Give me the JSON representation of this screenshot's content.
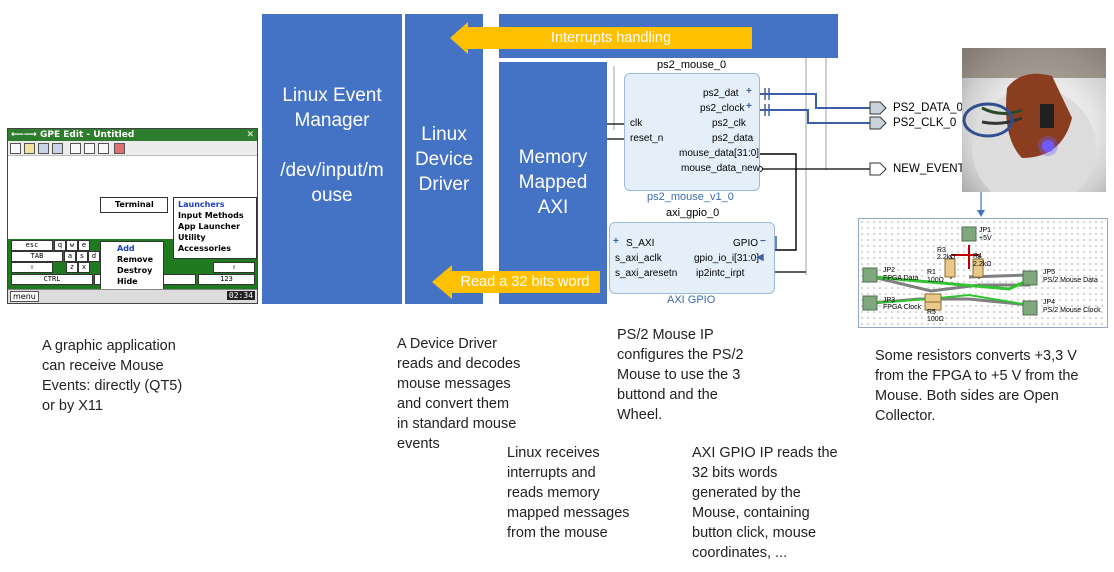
{
  "blocks": {
    "event_manager": {
      "line1": "Linux Event",
      "line2": "Manager",
      "line3": "/dev/input/m",
      "line4": "ouse"
    },
    "device_driver": {
      "line1": "Linux",
      "line2": "Device",
      "line3": "Driver"
    },
    "mmaxi": {
      "line1": "Memory",
      "line2": "Mapped",
      "line3": "AXI"
    }
  },
  "arrows": {
    "interrupts": "Interrupts handling",
    "read_word": "Read a 32 bits word"
  },
  "ps2_ip": {
    "instance": "ps2_mouse_0",
    "module": "ps2_mouse_v1_0",
    "in_ports": [
      "clk",
      "reset_n"
    ],
    "out_ports": [
      "ps2_dat",
      "ps2_clock",
      "ps2_clk",
      "ps2_data",
      "mouse_data[31:0]",
      "mouse_data_new"
    ]
  },
  "gpio_ip": {
    "instance": "axi_gpio_0",
    "module": "AXI GPIO",
    "in_ports": [
      "S_AXI",
      "s_axi_aclk",
      "s_axi_aresetn"
    ],
    "out_ports": [
      "GPIO",
      "gpio_io_i[31:0]",
      "ip2intc_irpt"
    ]
  },
  "ext_ports": [
    "PS2_DATA_0",
    "PS2_CLK_0",
    "NEW_EVENT"
  ],
  "schematic": {
    "jp1": "JP1",
    "jp1_sub": "+5V",
    "jp2": "JP2",
    "jp2_sub": "FPGA Data",
    "jp3": "JP3",
    "jp3_sub": "FPGA Clock",
    "jp4": "JP4",
    "jp4_sub": "PS/2 Mouse Clock",
    "jp5": "JP5",
    "jp5_sub": "PS/2 Mouse Data",
    "r1": "R1",
    "r1_val": "100Ω",
    "r3": "R3",
    "r3_val": "2.2kΩ",
    "r4": "R4",
    "r4_val": "2.2kΩ",
    "r5": "R5",
    "r5_val": "100Ω"
  },
  "gpe": {
    "title": "GPE Edit - Untitled",
    "terminal": "Terminal",
    "submenu": [
      "Launchers",
      "Input Methods",
      "App Launcher",
      "Utility",
      "Accessories"
    ],
    "context": [
      "Add",
      "Remove",
      "Destroy",
      "Hide"
    ],
    "keys_row1": [
      "esc",
      "q",
      "w",
      "e"
    ],
    "keys_row2": [
      "TAB",
      "a",
      "s",
      "d"
    ],
    "keys_row3": [
      "z",
      "x"
    ],
    "ctrl": "CTRL",
    "num": "123",
    "menu_btn": "menu",
    "clock": "02:34"
  },
  "captions": {
    "graphic_app": [
      "A graphic application",
      "can receive Mouse",
      "Events: directly (QT5)",
      "or by X11"
    ],
    "device_driver": [
      "A Device Driver",
      "reads and decodes",
      "mouse messages",
      "and convert them",
      "in standard mouse",
      "events"
    ],
    "linux_irq": [
      "Linux receives",
      "interrupts and",
      "reads memory",
      "mapped messages",
      "from the mouse"
    ],
    "ps2_ip": [
      "PS/2 Mouse IP",
      "configures the  PS/2",
      "Mouse to use the 3",
      "buttond and the",
      "Wheel."
    ],
    "axi_gpio": [
      "AXI GPIO IP reads the",
      "32 bits words",
      "generated by the",
      "Mouse, containing",
      "button click, mouse",
      "coordinates, ..."
    ],
    "resistors": [
      "Some resistors converts +3,3 V",
      "from the FPGA to +5 V from the",
      "Mouse. Both sides are Open",
      "Collector."
    ]
  },
  "colors": {
    "block_blue": "#4472c4",
    "arrow_orange": "#ffc000",
    "ip_fill": "#e5effa"
  }
}
